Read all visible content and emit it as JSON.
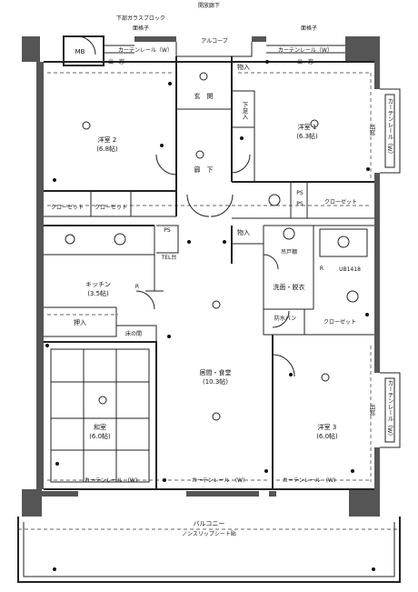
{
  "top": {
    "corridor": "開放廊下",
    "glass_block": "下部ガラスブロック",
    "grille_left": "面格子",
    "grille_right": "面格子",
    "alcove": "アルコーブ",
    "mb": "MB",
    "curtain_left": "カーテンレール（W）",
    "curtain_right": "カーテンレール（W）",
    "window_left": "出　窓",
    "window_right": "出　窓"
  },
  "rooms": {
    "western2": "洋室 2",
    "western2_size": "(6.8帖)",
    "western1": "洋室 1",
    "western1_size": "(6.3帖)",
    "entrance": "玄　関",
    "hall": "廊　下",
    "storage_top": "物入",
    "shoe_rack": "下足入",
    "storage_mid": "物入",
    "closet_a": "クローゼット",
    "closet_b": "クローゼット",
    "closet_c": "クローゼット",
    "closet_d": "クローゼット",
    "ps1": "PS",
    "ps2": "PS",
    "ps3": "PS",
    "kitchen": "キッチン",
    "kitchen_size": "(3.5帖)",
    "tel": "TEL台",
    "oshiire": "押入",
    "tokonoma": "床の間",
    "japanese": "和室",
    "japanese_size": "(6.0帖)",
    "living": "居間・食堂",
    "living_size": "(10.3帖)",
    "western3": "洋室 3",
    "western3_size": "(6.0帖)",
    "hanging_shelf": "吊戸棚",
    "washroom": "洗面・脱衣",
    "bath": "UB1418",
    "pan": "防水パン",
    "r1": "R",
    "r2": "R"
  },
  "side": {
    "curtain_right_upper": "カーテンレール（W）",
    "window_right_upper": "出窓",
    "curtain_right_lower": "カーテンレール（W）",
    "window_right_lower": "出窓"
  },
  "bottom": {
    "curtain_a": "カーテンレール　(W)",
    "curtain_b": "カーテンレール　(W)",
    "curtain_c": "カーテンレール　(W)",
    "balcony": "バルコニー",
    "balcony_note": "ノンスリップシート貼"
  }
}
